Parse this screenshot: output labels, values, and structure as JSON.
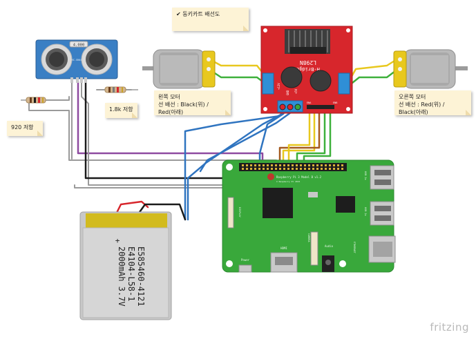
{
  "notes": {
    "title": "✔ 동키카트 배선도",
    "left_motor_name": "왼쪽 모터",
    "left_motor_wiring": "선 배선 : Black(위) / Red(아래)",
    "right_motor_name": "오른쪽 모터",
    "right_motor_wiring": "선 배선 : Red(위) / Black(아래)",
    "resistor_920": "920 저항",
    "resistor_1_8k": "1.8k 저항"
  },
  "motor_driver": {
    "chip_label": "L298N",
    "chip_sublabel": "H-Bridge",
    "pin_12v": "+12V",
    "pin_gnd": "GND",
    "pin_5v": "+5V",
    "pin_ena": "ENA",
    "pin_enb": "ENB"
  },
  "sensor": {
    "crystal_label": "4.000",
    "model_label": "HC-SR04"
  },
  "battery": {
    "line1": "E585460-4121",
    "line2": "E4104-L58-1",
    "line3": "2000mAh 3.7V",
    "polarity_plus": "+"
  },
  "raspberry_pi": {
    "board_label": "Raspberry Pi 3 Model B v1.2",
    "copyright": "© Raspberry Pi 2015",
    "hdmi_label": "HDMI",
    "audio_label": "Audio",
    "power_label": "Power",
    "usb_label_1": "USB 2x",
    "usb_label_2": "USB 2x",
    "ethernet_label": "ETHERNET",
    "display_label": "DISPLAY",
    "camera_label": "CAMERA"
  },
  "watermark": "fritzing",
  "colors": {
    "pcb_red": "#d7262c",
    "pcb_green": "#39a83b",
    "wire_blue": "#2f74c0",
    "wire_purple": "#8e4aa0",
    "wire_grey": "#9a9a9a",
    "wire_black": "#1a1a1a",
    "wire_yellow": "#e8c81e",
    "wire_green": "#3db03a",
    "wire_brown": "#a45a1f",
    "note_bg": "#fdf3d6"
  }
}
